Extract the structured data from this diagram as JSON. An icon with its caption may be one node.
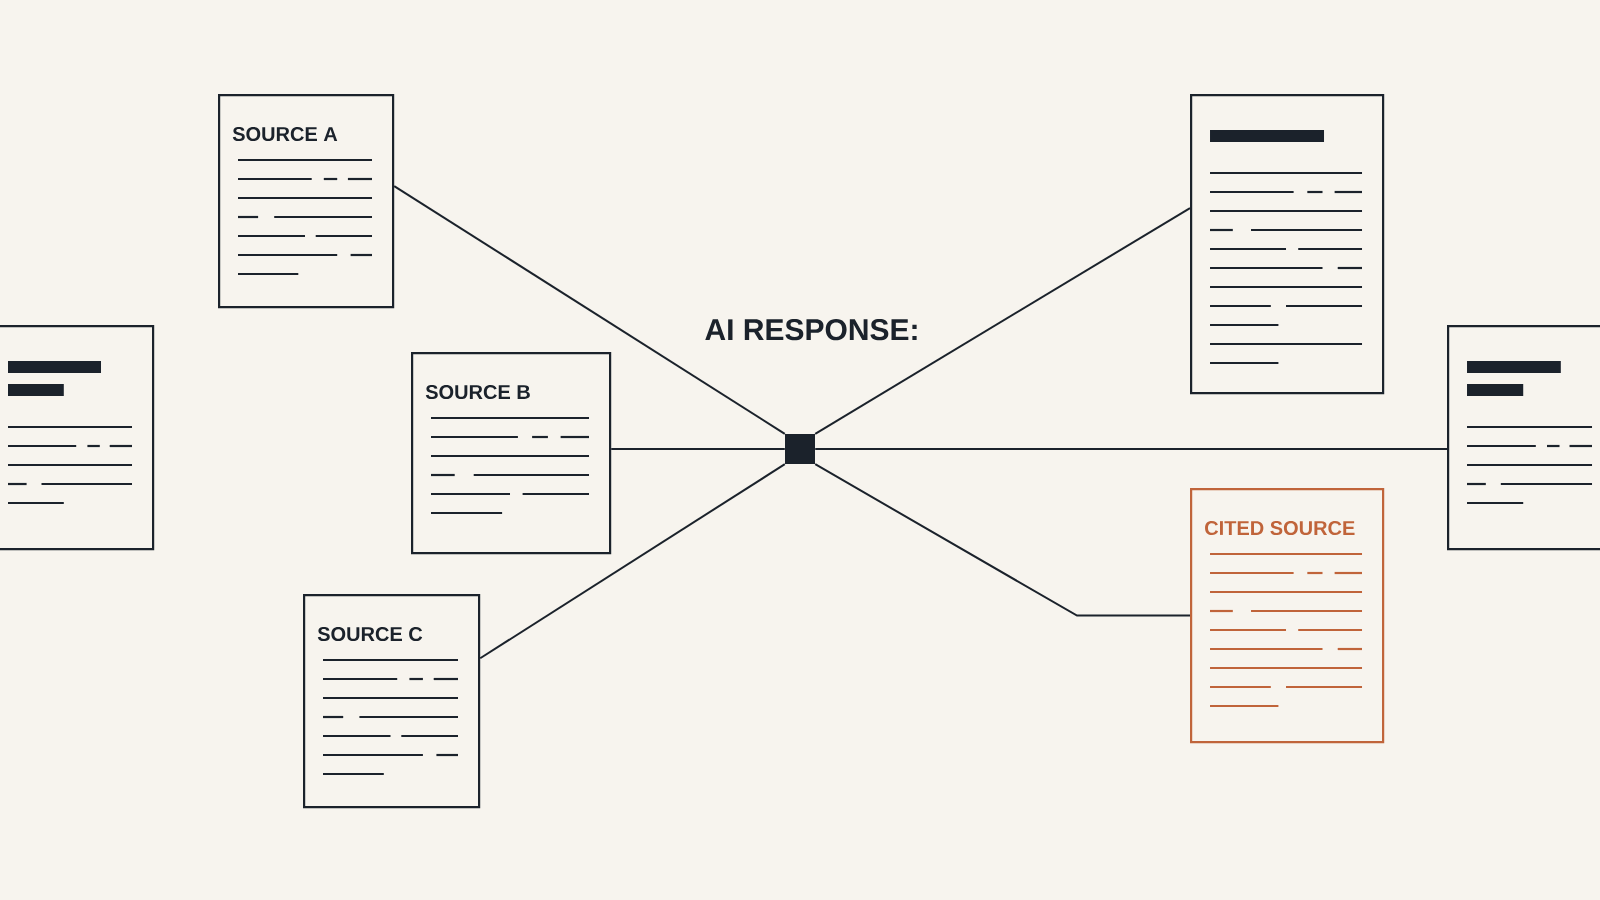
{
  "diagram": {
    "nodes": [
      {
        "text": [],
        "shape": "document"
      },
      {
        "text": [
          "SOURCE A"
        ]
      },
      {
        "text": [
          "SOURCE B"
        ]
      },
      {
        "text": [
          "SOURCE C"
        ]
      },
      {
        "text": [],
        "shape": "box",
        "beside": [
          "AI RESPONSE:"
        ]
      },
      {
        "text": [],
        "shape": "document"
      },
      {
        "text": [
          "CITED SOURCE"
        ]
      },
      {
        "text": [],
        "shape": "document"
      }
    ],
    "edges": [
      {
        "from": 1,
        "to": 4,
        "arrow": "none"
      },
      {
        "from": 2,
        "to": 4,
        "arrow": "none"
      },
      {
        "from": 3,
        "to": 4,
        "arrow": "none"
      },
      {
        "from": 4,
        "to": 5,
        "arrow": "none"
      },
      {
        "from": 4,
        "to": 7,
        "arrow": "none"
      },
      {
        "from": 4,
        "to": 6,
        "arrow": "none"
      }
    ]
  }
}
